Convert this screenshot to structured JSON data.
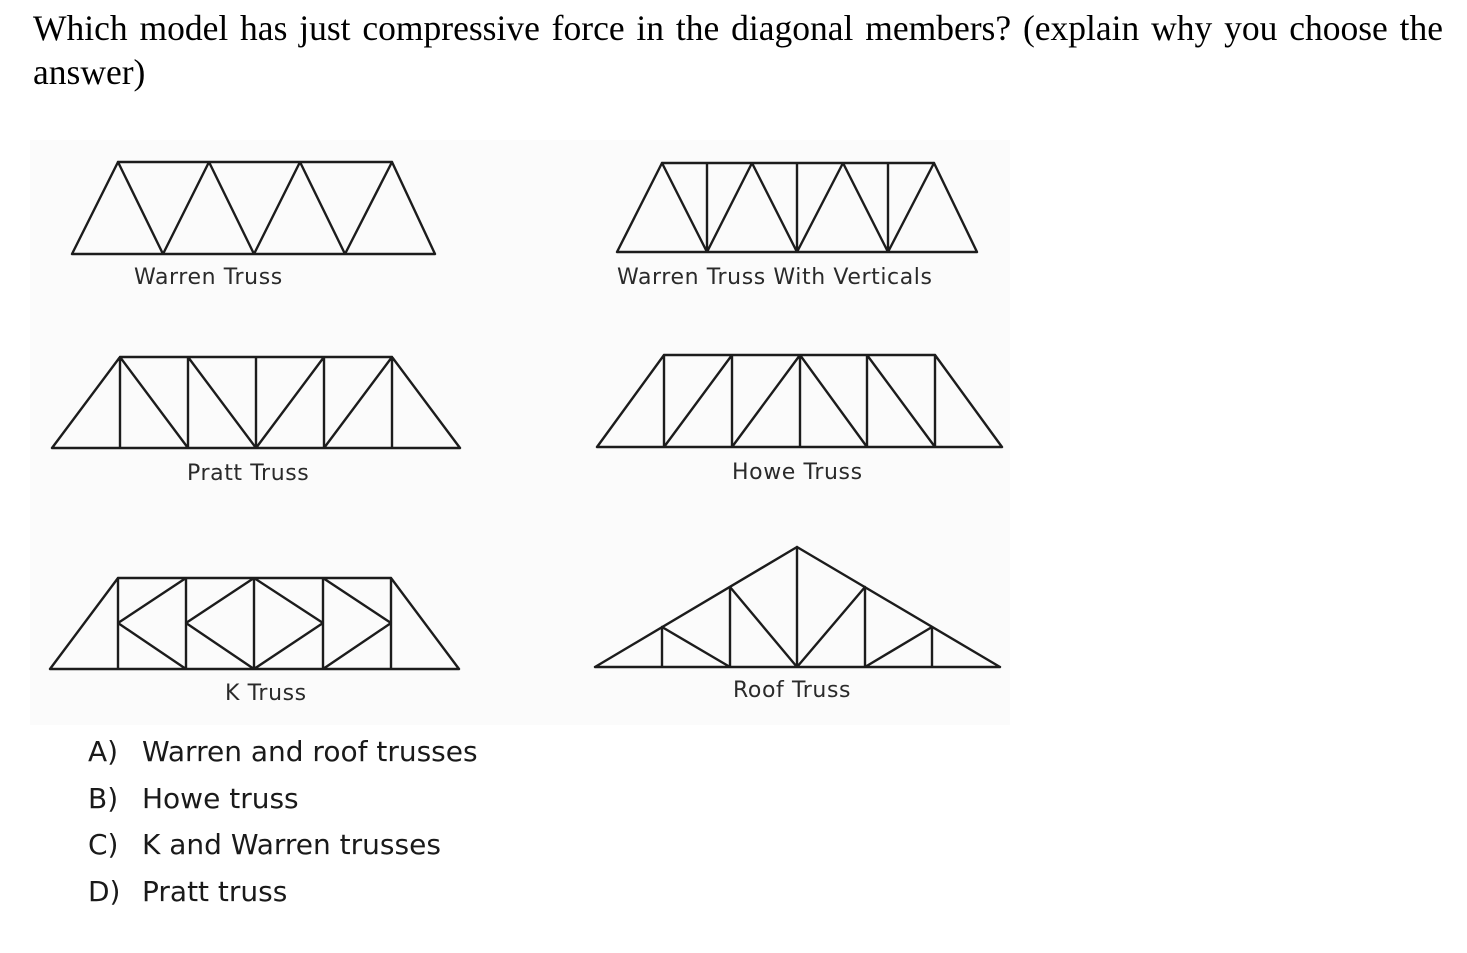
{
  "question": {
    "text": "Which model has just compressive force in the diagonal members? (explain why you choose the answer)"
  },
  "figure": {
    "trusses": [
      {
        "id": "warren",
        "label": "Warren  Truss"
      },
      {
        "id": "warren-verticals",
        "label": "Warren Truss With Verticals"
      },
      {
        "id": "pratt",
        "label": "Pratt  Truss"
      },
      {
        "id": "howe",
        "label": "Howe  Truss"
      },
      {
        "id": "k",
        "label": "K  Truss"
      },
      {
        "id": "roof",
        "label": "Roof  Truss"
      }
    ]
  },
  "options": [
    {
      "letter": "A)",
      "text": "Warren and roof trusses"
    },
    {
      "letter": "B)",
      "text": "Howe truss"
    },
    {
      "letter": "C)",
      "text": "K and Warren trusses"
    },
    {
      "letter": "D)",
      "text": "Pratt truss"
    }
  ]
}
